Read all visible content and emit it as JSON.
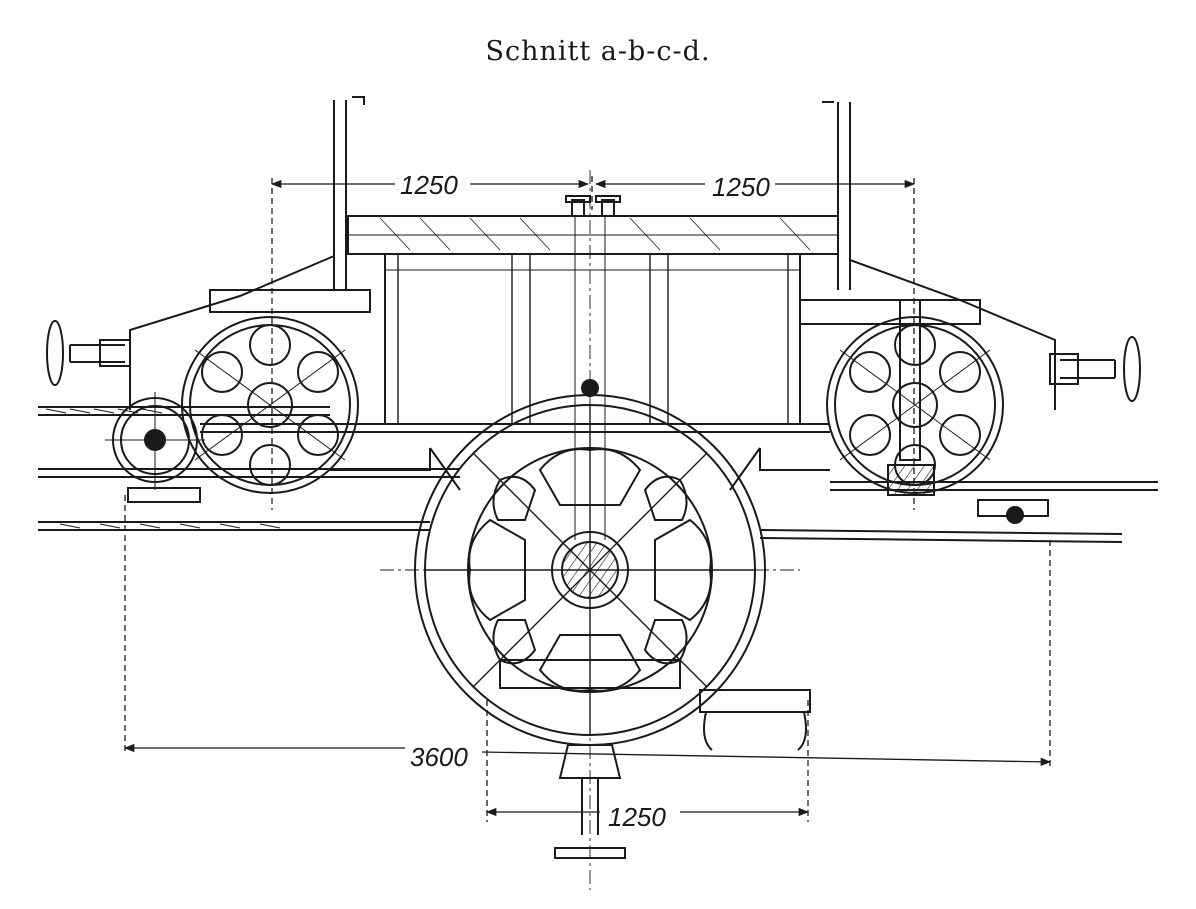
{
  "title": "Schnitt a-b-c-d.",
  "dimensions": {
    "top_left": "1250",
    "top_right": "1250",
    "overall": "3600",
    "bottom": "1250"
  },
  "colors": {
    "ink": "#1a1a1a",
    "paper": "#ffffff"
  }
}
